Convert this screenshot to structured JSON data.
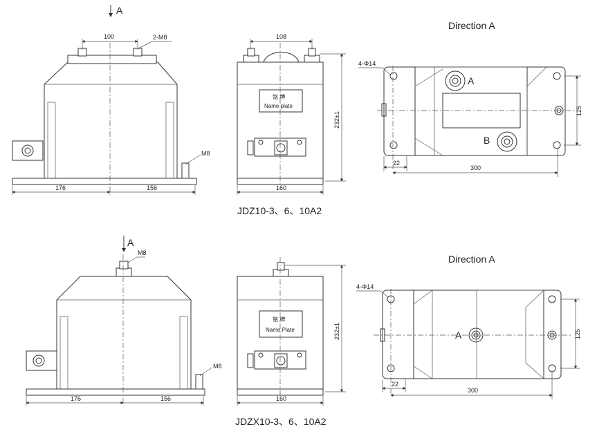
{
  "top": {
    "view_label": "A",
    "front": {
      "dim_100": "100",
      "dim_2m8": "2-M8",
      "dim_m8": "M8",
      "dim_176": "176",
      "dim_156": "156"
    },
    "side": {
      "dim_108": "108",
      "dim_232": "232±1",
      "dim_160": "160",
      "plate_cn": "铭  牌",
      "plate_en": "Name plate"
    },
    "direction": {
      "title": "Direction A",
      "holes": "4-Φ14",
      "dim_125": "125",
      "dim_22": "22",
      "dim_300": "300",
      "mark_a": "A",
      "mark_b": "B"
    },
    "caption": "JDZ10-3、6、10A2"
  },
  "bottom": {
    "view_label": "A",
    "front": {
      "dim_m8_top": "M8",
      "dim_m8": "M8",
      "dim_176": "176",
      "dim_156": "156"
    },
    "side": {
      "dim_232": "232±1",
      "dim_160": "160",
      "plate_cn": "铭  牌",
      "plate_en": "Name Plate"
    },
    "direction": {
      "title": "Direction A",
      "holes": "4-Φ14",
      "dim_125": "125",
      "dim_22": "22",
      "dim_300": "300",
      "mark_a": "A"
    },
    "caption": "JDZX10-3、6、10A2"
  }
}
